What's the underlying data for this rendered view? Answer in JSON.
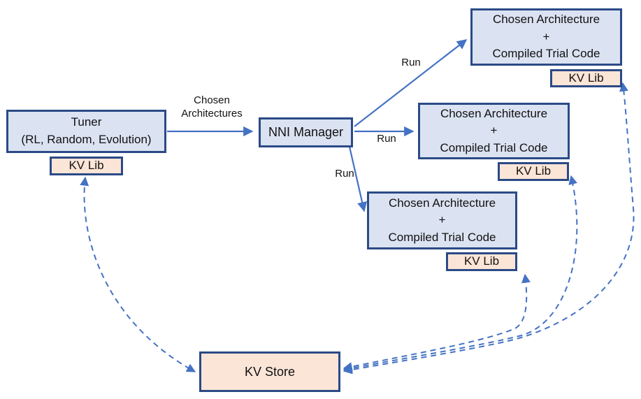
{
  "colors": {
    "node_fill_blue": "#dbe3f2",
    "node_fill_peach": "#fbe5d7",
    "node_border": "#2b4a86",
    "arrow": "#4472c4",
    "text": "#111111",
    "background": "#ffffff"
  },
  "nodes": {
    "tuner": {
      "line1": "Tuner",
      "line2": "(RL, Random, Evolution)",
      "kv_lib": "KV Lib"
    },
    "nni_manager": {
      "label": "NNI Manager"
    },
    "kv_store": {
      "label": "KV Store"
    }
  },
  "trials": [
    {
      "line1": "Chosen Architecture",
      "line2": "+",
      "line3": "Compiled Trial Code",
      "kv_lib": "KV Lib"
    },
    {
      "line1": "Chosen Architecture",
      "line2": "+",
      "line3": "Compiled Trial Code",
      "kv_lib": "KV Lib"
    },
    {
      "line1": "Chosen Architecture",
      "line2": "+",
      "line3": "Compiled Trial Code",
      "kv_lib": "KV Lib"
    }
  ],
  "edge_labels": {
    "tuner_to_manager_line1": "Chosen",
    "tuner_to_manager_line2": "Architectures",
    "run_top": "Run",
    "run_middle": "Run",
    "run_bottom": "Run"
  }
}
